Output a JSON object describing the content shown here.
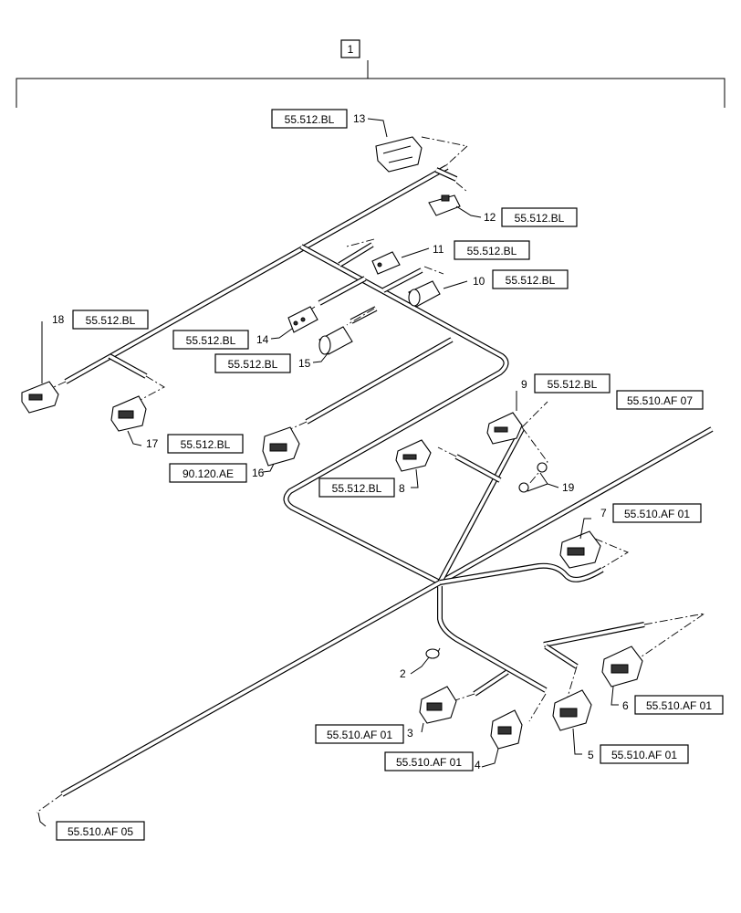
{
  "assembly": {
    "number": "1"
  },
  "callouts": [
    {
      "id": "13",
      "ref": "55.512.BL"
    },
    {
      "id": "12",
      "ref": "55.512.BL"
    },
    {
      "id": "11",
      "ref": "55.512.BL"
    },
    {
      "id": "10",
      "ref": "55.512.BL"
    },
    {
      "id": "18",
      "ref": "55.512.BL"
    },
    {
      "id": "14",
      "ref": "55.512.BL"
    },
    {
      "id": "15",
      "ref": "55.512.BL"
    },
    {
      "id": "9",
      "ref": "55.512.BL"
    },
    {
      "id": "17",
      "ref": "55.512.BL"
    },
    {
      "id": "16",
      "ref": "90.120.AE"
    },
    {
      "id": "8",
      "ref": "55.512.BL"
    },
    {
      "id": "19",
      "ref": ""
    },
    {
      "id": "7",
      "ref": "55.510.AF 01"
    },
    {
      "id": "2",
      "ref": ""
    },
    {
      "id": "6",
      "ref": "55.510.AF 01"
    },
    {
      "id": "3",
      "ref": "55.510.AF 01"
    },
    {
      "id": "5",
      "ref": "55.510.AF 01"
    },
    {
      "id": "4",
      "ref": "55.510.AF 01"
    }
  ],
  "extra_refs": {
    "top_right": "55.510.AF 07",
    "bottom_left": "55.510.AF 05"
  }
}
